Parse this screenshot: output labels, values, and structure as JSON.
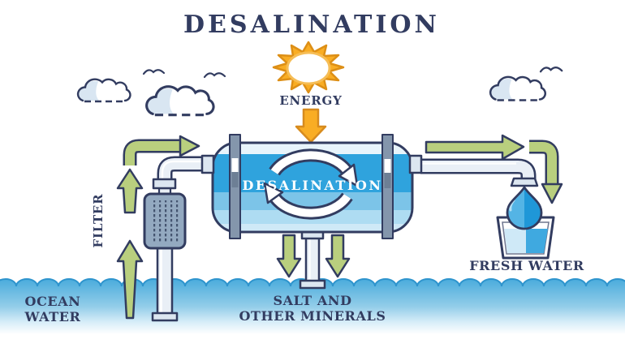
{
  "title": "DESALINATION",
  "labels": {
    "energy": "ENERGY",
    "filter": "FILTER",
    "tank": "DESALINATION",
    "ocean_line1": "OCEAN",
    "ocean_line2": "WATER",
    "salt_line1": "SALT AND",
    "salt_line2": "OTHER MINERALS",
    "fresh_water": "FRESH WATER"
  },
  "icons": {
    "sun": "sun-burst",
    "clouds": "outline-cloud",
    "birds": "seagull-stroke",
    "energy_arrow": "orange-down-arrow",
    "flow_arrows": "green-flow-arrow",
    "cycle_arrows": "white-circular-recycle-arrows",
    "tank": "horizontal-cylinder-tank",
    "filter_unit": "inline-filter-box",
    "pipes": "intake-drain-output-pipes",
    "water_drop": "falling-water-drop",
    "glass": "glass-of-fresh-water",
    "ocean": "wavy-water-band"
  },
  "colors": {
    "navy": "#323c60",
    "sun_orange": "#f9ad24",
    "sun_outline": "#dd8f16",
    "arrow_green": "#b9cf7e",
    "tank_top_strip": "#e8f4fb",
    "tank_blue_bright": "#2fa3dd",
    "tank_blue_mid": "#7cc4e8",
    "tank_blue_light": "#aedcf2",
    "tank_blue_pale": "#cfe9f7",
    "strap_grey": "#8496ac",
    "strap_dark": "#6d7f95",
    "filter_grey": "#93a9c0",
    "pipe_light": "#e9eff6",
    "pipe_collar": "#dce6f0",
    "water_top": "#4aabdc",
    "wave_stroke": "#2e94cd",
    "drop_blue_dark": "#1f97d8",
    "drop_blue_light": "#54b4e5",
    "glass_water_light": "#cfe9f7",
    "glass_water_bright": "#3fa9e0",
    "cloud_shade": "#d9e6f2",
    "white": "#ffffff"
  }
}
